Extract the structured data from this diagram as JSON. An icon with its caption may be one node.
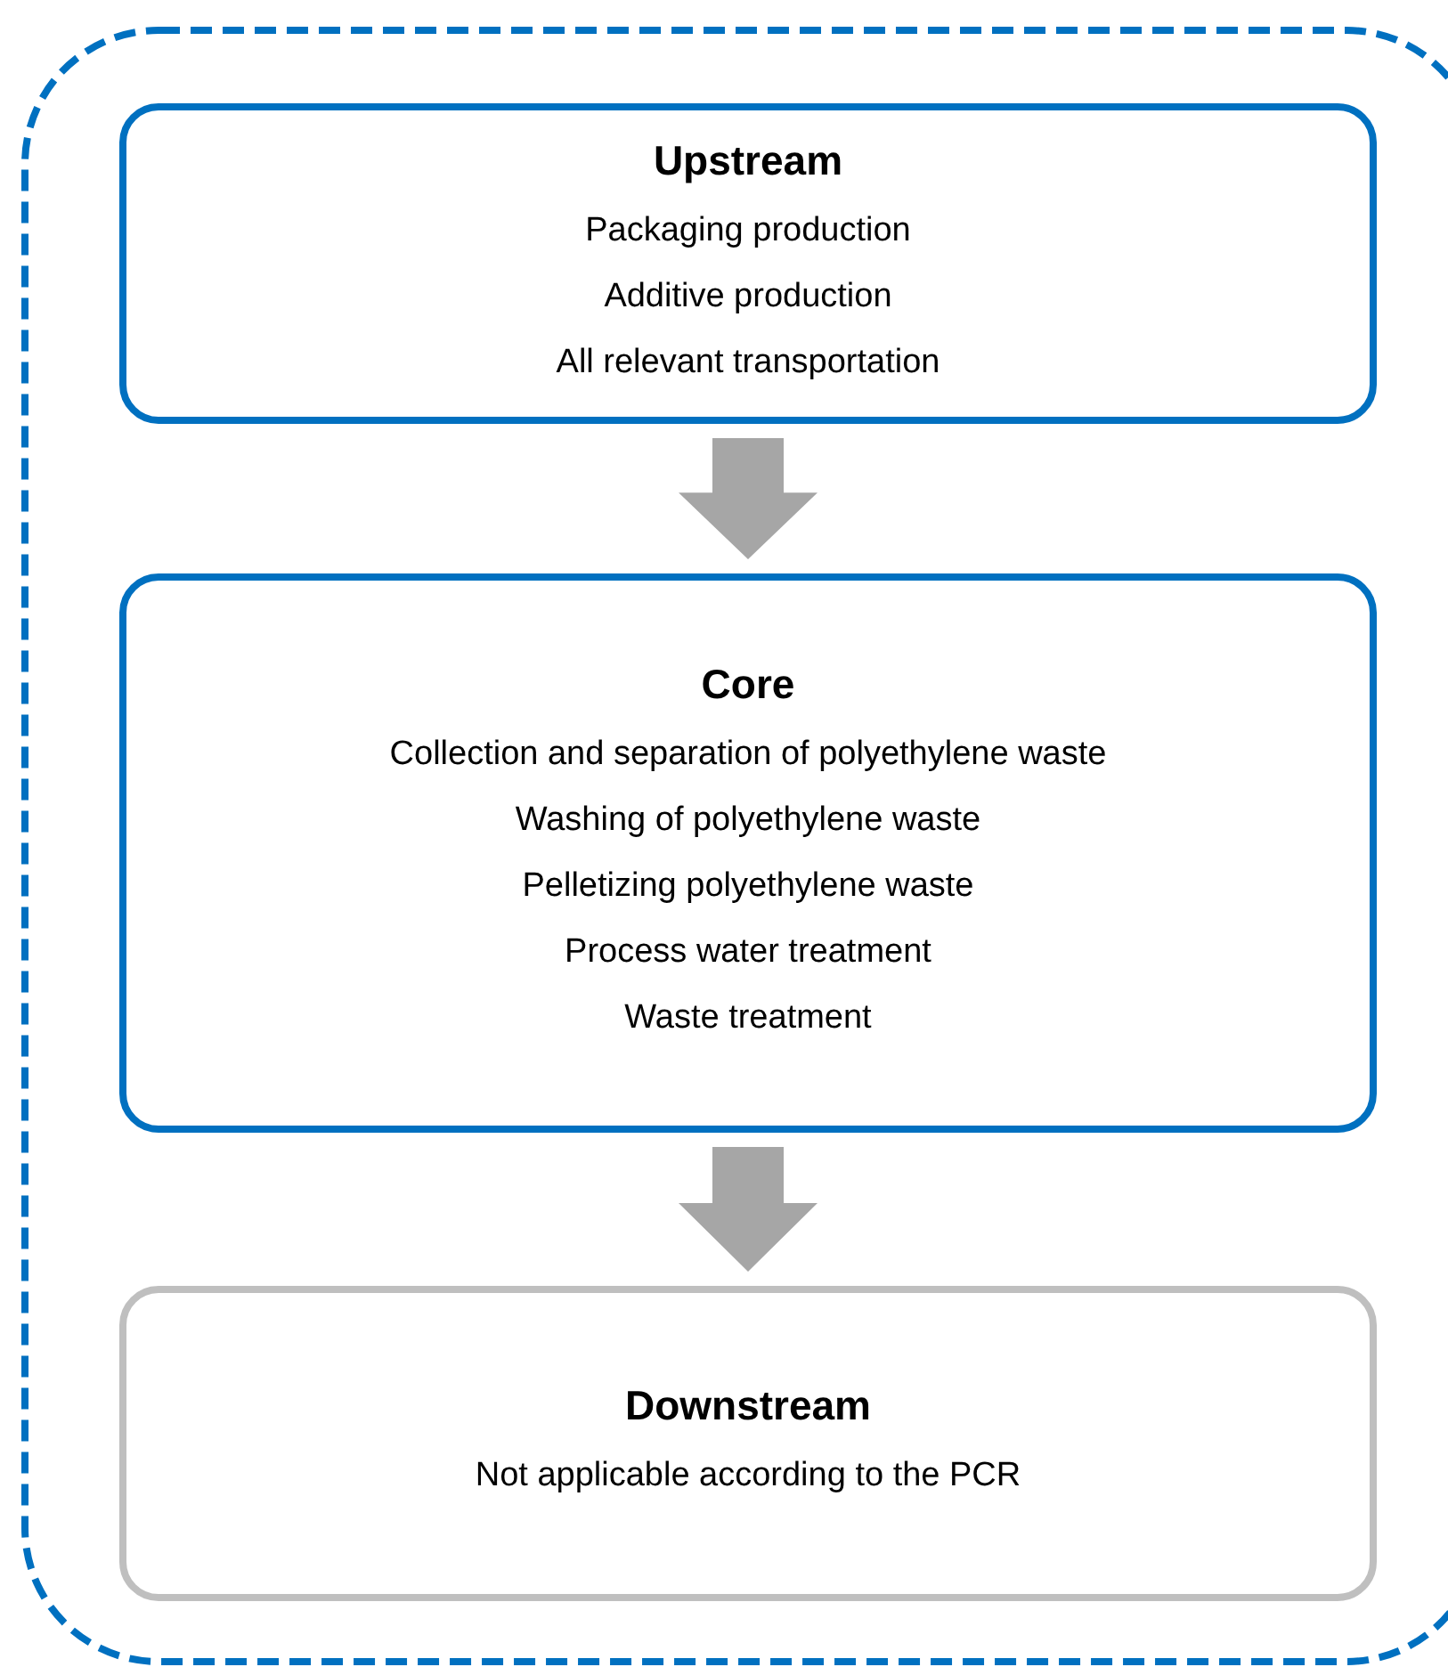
{
  "diagram": {
    "nodes": [
      {
        "text": [],
        "shape": "box"
      },
      {
        "text": [
          "Upstream",
          "Packaging production",
          "Additive production",
          "All relevant transportation"
        ],
        "in": 0
      },
      {
        "text": [
          "Core",
          "Collection and separation of polyethylene waste",
          "Washing of polyethylene waste",
          "Pelletizing polyethylene waste",
          "Process water treatment",
          "Waste treatment"
        ],
        "in": 0
      },
      {
        "text": [
          "Downstream",
          "Not applicable according to the PCR"
        ],
        "in": 0
      }
    ],
    "edges": [
      {
        "from": 1,
        "to": 2,
        "arrow": "to",
        "style": "thick"
      },
      {
        "from": 2,
        "to": 3,
        "arrow": "to",
        "style": "thick"
      }
    ]
  }
}
